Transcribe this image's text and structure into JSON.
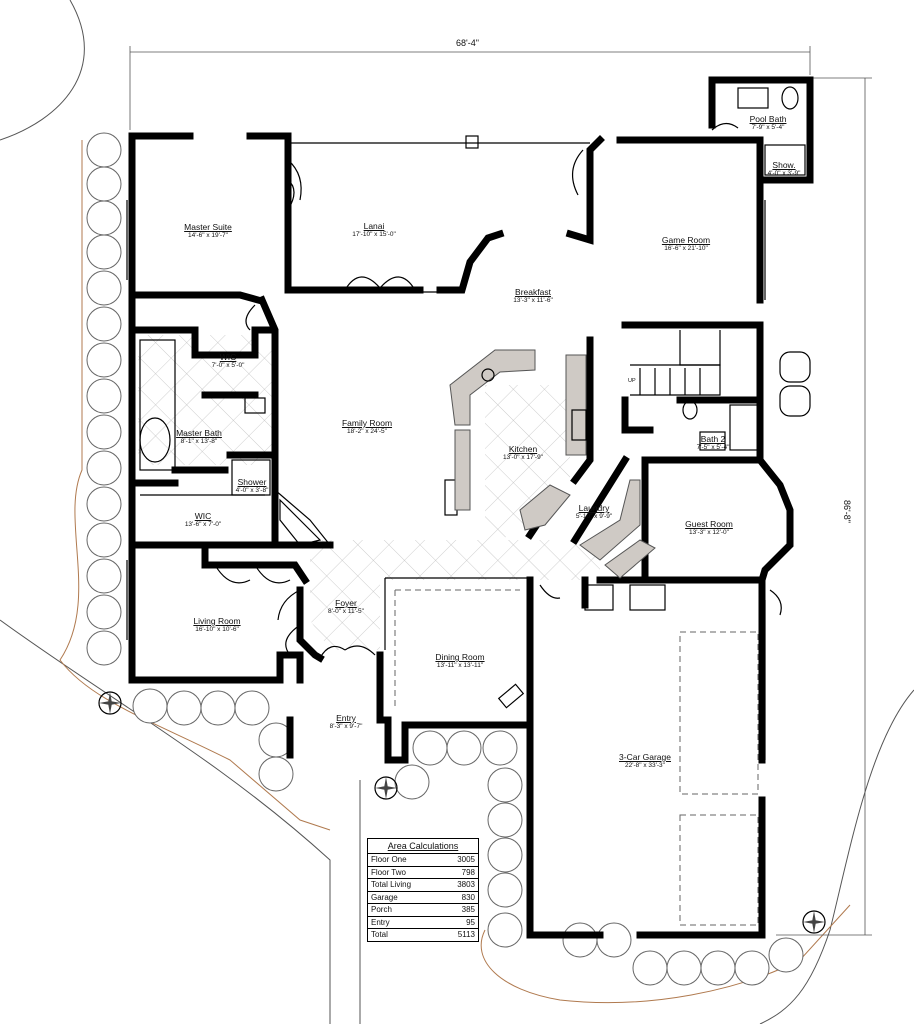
{
  "dimensions": {
    "width_label": "68'-4\"",
    "depth_label": "86'-8\""
  },
  "rooms": [
    {
      "key": "master-suite",
      "name": "Master Suite",
      "dims": "14'-6\" x 19'-7\""
    },
    {
      "key": "lanai",
      "name": "Lanai",
      "dims": "17'-10\" x 15'-0\""
    },
    {
      "key": "game-room",
      "name": "Game Room",
      "dims": "16'-6\" x 21'-10\""
    },
    {
      "key": "pool-bath",
      "name": "Pool Bath",
      "dims": "7'-9\" x 5'-4\""
    },
    {
      "key": "show",
      "name": "Show.",
      "dims": "4'-0\" x 3'-9\""
    },
    {
      "key": "breakfast",
      "name": "Breakfast",
      "dims": "13'-3\" x 11'-6\""
    },
    {
      "key": "wic-1",
      "name": "WIC",
      "dims": "7'-0\" x 5'-0\""
    },
    {
      "key": "family-room",
      "name": "Family Room",
      "dims": "18'-2\" x 24'-5\""
    },
    {
      "key": "master-bath",
      "name": "Master Bath",
      "dims": "8'-1\" x 13'-8\""
    },
    {
      "key": "kitchen",
      "name": "Kitchen",
      "dims": "13'-0\" x 17'-9\""
    },
    {
      "key": "bath-2",
      "name": "Bath 2",
      "dims": "7'-5\" x 5'-4\""
    },
    {
      "key": "shower",
      "name": "Shower",
      "dims": "4'-0\" x 3'-8\""
    },
    {
      "key": "wic-2",
      "name": "WIC",
      "dims": "13'-6\" x 7'-0\""
    },
    {
      "key": "laundry",
      "name": "Laundry",
      "dims": "5'-10\" x 9'-9\""
    },
    {
      "key": "guest-room",
      "name": "Guest Room",
      "dims": "13'-3\" x 12'-0\""
    },
    {
      "key": "foyer",
      "name": "Foyer",
      "dims": "8'-0\" x 11'-5\""
    },
    {
      "key": "living-room",
      "name": "Living Room",
      "dims": "16'-10\" x 10'-6\""
    },
    {
      "key": "dining-room",
      "name": "Dining Room",
      "dims": "13'-11\" x 13'-11\""
    },
    {
      "key": "entry",
      "name": "Entry",
      "dims": "8'-3\" x 9'-7\""
    },
    {
      "key": "garage",
      "name": "3-Car Garage",
      "dims": "22'-8\" x 33'-3\""
    }
  ],
  "stair_label": "UP",
  "area_calculations": {
    "title": "Area Calculations",
    "rows": [
      {
        "label": "Floor One",
        "value": "3005"
      },
      {
        "label": "Floor Two",
        "value": "798"
      },
      {
        "label": "Total Living",
        "value": "3803"
      },
      {
        "label": "Garage",
        "value": "830"
      },
      {
        "label": "Porch",
        "value": "385"
      },
      {
        "label": "Entry",
        "value": "95"
      },
      {
        "label": "Total",
        "value": "5113"
      }
    ]
  }
}
